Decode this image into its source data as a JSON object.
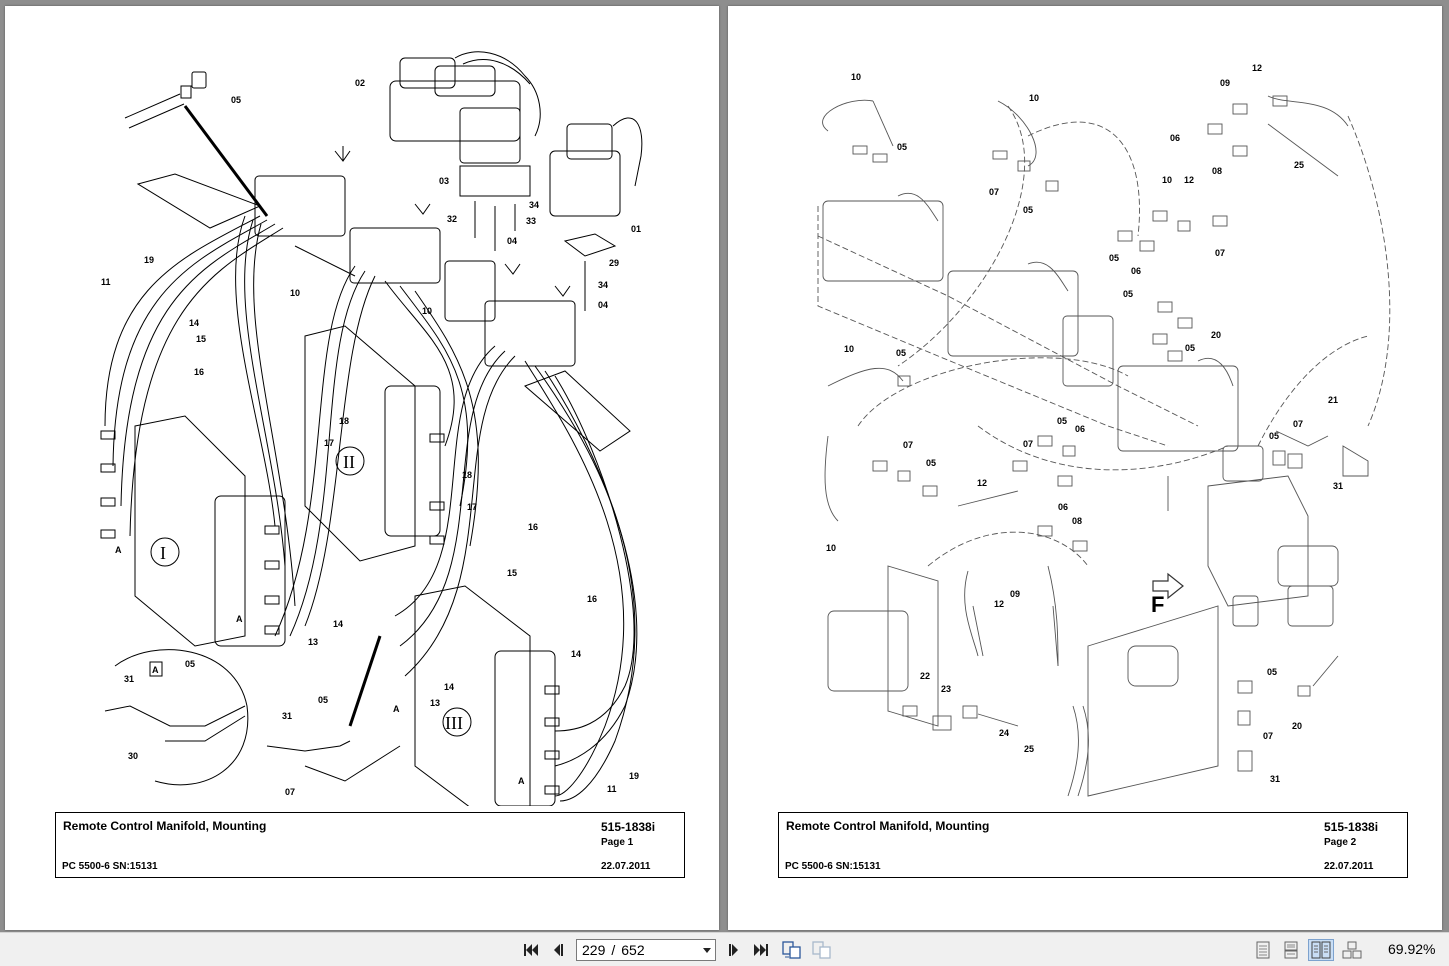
{
  "viewer": {
    "nav": {
      "current_page": "229",
      "separator": "/",
      "total_pages": "652"
    },
    "zoom": "69.92%",
    "icons": {
      "first": "first-page-icon",
      "prev": "previous-page-icon",
      "next": "next-page-icon",
      "last": "last-page-icon",
      "rotate": "rotate-view-icon",
      "rotate_disabled": "rotate-view-disabled-icon",
      "single": "single-page-icon",
      "continuous": "continuous-page-icon",
      "facing": "facing-pages-icon",
      "cover": "cover-facing-icon"
    },
    "active_layout": "facing"
  },
  "page1": {
    "title": "Remote Control Manifold, Mounting",
    "doc_no": "515-1838i",
    "page_label": "Page 1",
    "model": "PC 5500-6 SN:15131",
    "date": "22.07.2011",
    "roman": [
      "I",
      "II",
      "III"
    ],
    "callouts": {
      "c01": "01",
      "c02": "02",
      "c03": "03",
      "c04a": "04",
      "c04b": "04",
      "c05a": "05",
      "c05b": "05",
      "c05c": "05",
      "c07": "07",
      "c10a": "10",
      "c10b": "10",
      "c11a": "11",
      "c11b": "11",
      "c13a": "13",
      "c13b": "13",
      "c14a": "14",
      "c14b": "14",
      "c14c": "14",
      "c14d": "14",
      "c15a": "15",
      "c15b": "15",
      "c16a": "16",
      "c16b": "16",
      "c16c": "16",
      "c17a": "17",
      "c17b": "17",
      "c18a": "18",
      "c18b": "18",
      "c19a": "19",
      "c19b": "19",
      "c29": "29",
      "c30": "30",
      "c31a": "31",
      "c31b": "31",
      "c32": "32",
      "c33": "33",
      "c34a": "34",
      "c34b": "34",
      "A1": "A",
      "A2": "A",
      "A3": "A",
      "A4": "A",
      "Abox": "A"
    }
  },
  "page2": {
    "title": "Remote Control Manifold, Mounting",
    "doc_no": "515-1838i",
    "page_label": "Page 2",
    "model": "PC 5500-6 SN:15131",
    "date": "22.07.2011",
    "direction_label": "F",
    "callouts": {
      "d05a": "05",
      "d05b": "05",
      "d05c": "05",
      "d05d": "05",
      "d05e": "05",
      "d05f": "05",
      "d05g": "05",
      "d05h": "05",
      "d05i": "05",
      "d05j": "05",
      "d06a": "06",
      "d06b": "06",
      "d06c": "06",
      "d06d": "06",
      "d07a": "07",
      "d07b": "07",
      "d07c": "07",
      "d07d": "07",
      "d07e": "07",
      "d07f": "07",
      "d08a": "08",
      "d08b": "08",
      "d09a": "09",
      "d09b": "09",
      "d10a": "10",
      "d10b": "10",
      "d10c": "10",
      "d10d": "10",
      "d10e": "10",
      "d12a": "12",
      "d12b": "12",
      "d12c": "12",
      "d12d": "12",
      "d20a": "20",
      "d20b": "20",
      "d21": "21",
      "d22": "22",
      "d23": "23",
      "d24": "24",
      "d25a": "25",
      "d25b": "25",
      "d31a": "31",
      "d31b": "31"
    }
  }
}
